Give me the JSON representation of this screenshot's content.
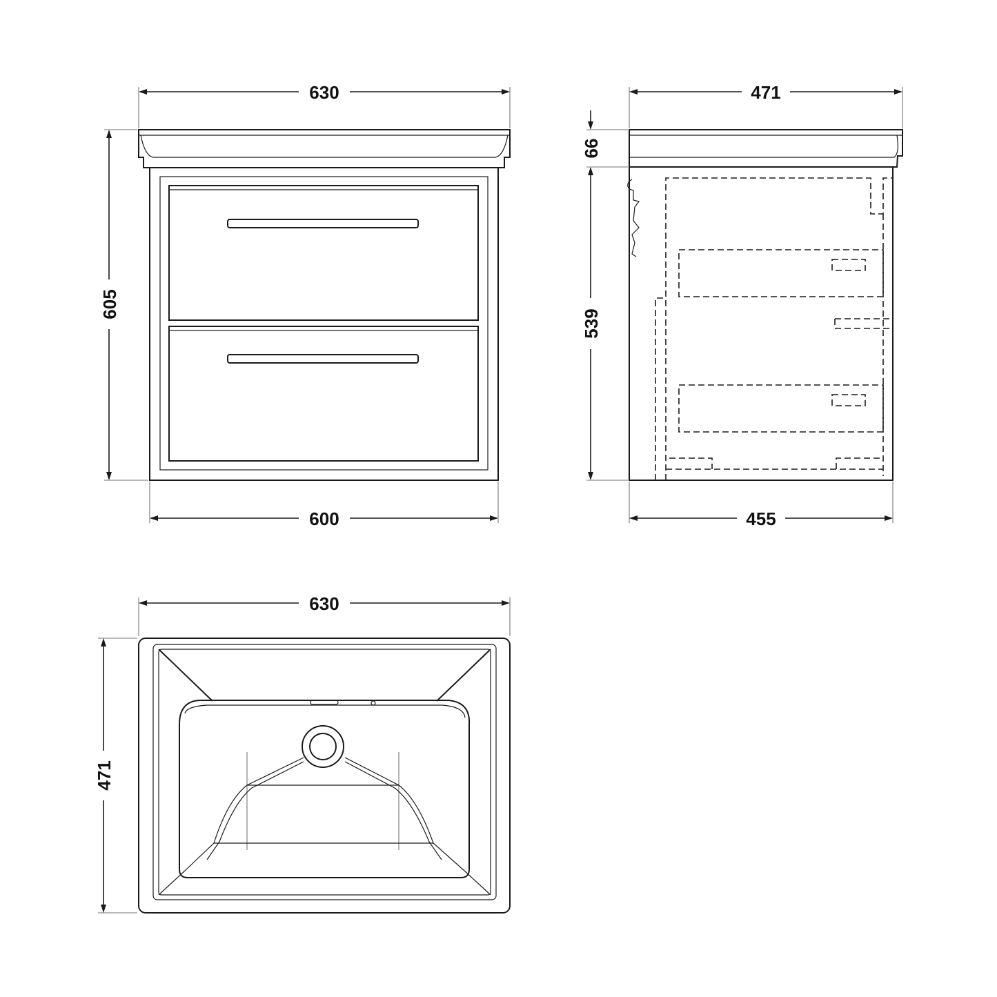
{
  "front_view": {
    "top_width": "630",
    "height": "605",
    "bottom_width": "600"
  },
  "side_view": {
    "top_depth": "471",
    "basin_height": "66",
    "cabinet_height": "539",
    "bottom_depth": "455"
  },
  "plan_view": {
    "width": "630",
    "depth": "471"
  },
  "colors": {
    "line": "#1a1a1a",
    "background": "#ffffff"
  }
}
